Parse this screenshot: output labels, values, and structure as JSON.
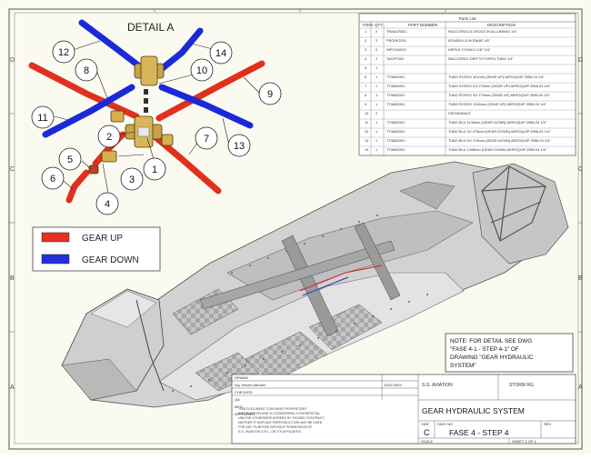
{
  "detail_title": "DETAIL A",
  "balloons": [
    "1",
    "2",
    "3",
    "4",
    "5",
    "6",
    "7",
    "8",
    "9",
    "10",
    "11",
    "12",
    "13",
    "14"
  ],
  "legend": {
    "items": [
      {
        "label": "GEAR UP",
        "color": "#e83020"
      },
      {
        "label": "GEAR DOWN",
        "color": "#2030d8"
      }
    ]
  },
  "parts_list": {
    "title": "Parts List",
    "headers": [
      "ITEM",
      "QTY",
      "PART NUMBER",
      "DESCRIPTION"
    ],
    "rows": [
      {
        "item": "1",
        "qty": "2",
        "pn": "TRAACR001",
        "desc": "RACCORDO A CROCE IN ALLUMINIO 1/4\""
      },
      {
        "item": "2",
        "qty": "2",
        "pn": "PROPAT001",
        "desc": "RONDELLA IN RAME 1/8\""
      },
      {
        "item": "3",
        "qty": "2",
        "pn": "NIPCON002",
        "desc": "NIPPLE CONICO 1/8\"-1/4\""
      },
      {
        "item": "4",
        "qty": "2",
        "pn": "TAOPT002",
        "desc": "RACCORDO DRITTO PORTA TUBO 1/4\""
      },
      {
        "item": "5",
        "qty": "1",
        "pn": "",
        "desc": ""
      },
      {
        "item": "6",
        "qty": "1",
        "pn": "TTIABD001",
        "desc": "TUBO ROSSO 321mm (GEAR UP) AEROQUIP 2556-04 1/4\""
      },
      {
        "item": "7",
        "qty": "1",
        "pn": "TTIABD001",
        "desc": "TUBO ROSSO DX 275mm (GEAR UP) AEROQUIP 2556-04 1/4\""
      },
      {
        "item": "8",
        "qty": "1",
        "pn": "TTIABD001",
        "desc": "TUBO ROSSO SX 275mm (GEAR UP) AEROQUIP 2556-04 1/4\""
      },
      {
        "item": "9",
        "qty": "1",
        "pn": "TTIABD001",
        "desc": "TUBO ROSSO 1345mm (GEAR UP) AEROQUIP 2556-04 1/4\""
      },
      {
        "item": "10",
        "qty": "2",
        "pn": "",
        "desc": "DISTANZIALE"
      },
      {
        "item": "11",
        "qty": "1",
        "pn": "TTIABD001",
        "desc": "TUBO BLU 1145mm (GEAR DOWN) AEROQUIP 2556-04 1/4\""
      },
      {
        "item": "12",
        "qty": "1",
        "pn": "TTIABD001",
        "desc": "TUBO BLU SX 275mm (GEAR DOWN) AEROQUIP 2556-04 1/4\""
      },
      {
        "item": "13",
        "qty": "1",
        "pn": "TTIABD001",
        "desc": "TUBO BLU DX 275mm (GEAR DOWN) AEROQUIP 2556-04 1/4\""
      },
      {
        "item": "14",
        "qty": "1",
        "pn": "TTIABD001",
        "desc": "TUBO BLU 1345mm (GEAR DOWN) AEROQUIP 2556-04 1/4\""
      }
    ]
  },
  "note": [
    "NOTE: FOR DETAIL SEE DWG",
    "\"FASE 4-1 - STEP 4-1\" OF",
    "DRAWING \"GEAR HYDRAULIC",
    "SYSTEM\""
  ],
  "title_block": {
    "drawn_label": "DRAWN",
    "drawn_by": "Ing. Ismael Adhami",
    "date": "29/11/2009",
    "company": "S.G. AVIATION",
    "product": "STORM RG",
    "checked": "CHECKED",
    "qa": "QA",
    "mfg": "MFG",
    "approved": "APPROVED",
    "title": "GEAR HYDRAULIC SYSTEM",
    "size_label": "SIZE",
    "size": "C",
    "dwg_label": "DWG NO",
    "dwg": "FASE 4 - STEP 4",
    "rev_label": "REV",
    "scale_label": "SCALE",
    "sheet_label": "SHEET 1 OF 1",
    "notice": [
      "THIS DOCUMENT CONTAINS PROPRIETARY",
      "INFORMATION AND IS CONSIDERED CONFIDENTIAL.",
      "UNLESS OTHERWISE AGREED BY SIGNED CONTRACT,",
      "NEITHER IT NOR ANY REPRODUCTION MAY BE USED",
      "FOR ANY PURPOSE WITHOUT PERMISSION OF",
      "S.G. AVIATION S.R.L. OR ITS AFFILIATES."
    ]
  },
  "border_letters": [
    "D",
    "C",
    "B",
    "A"
  ]
}
